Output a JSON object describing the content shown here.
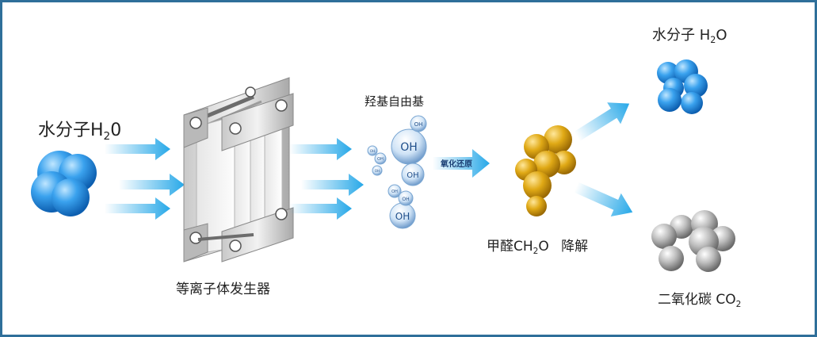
{
  "labels": {
    "water_in_main": "水分子H",
    "water_in_sub": "2",
    "water_in_end": "0",
    "generator": "等离子体发生器",
    "radical": "羟基自由基",
    "oxidation": "氧化还原",
    "formaldehyde_main": "甲醛CH",
    "formaldehyde_sub": "2",
    "formaldehyde_end": "O",
    "decompose": "降解",
    "water_out_main": "水分子 H",
    "water_out_sub": "2",
    "water_out_end": "O",
    "co2_main": "二氧化碳 CO",
    "co2_sub": "2"
  },
  "oh_label": "OH",
  "colors": {
    "frame": "#2f6f9a",
    "blue_molecule": "#2a8ee0",
    "gold_molecule": "#d19a12",
    "gray_molecule": "#9a9a9a",
    "arrow": "#27a8e8"
  }
}
